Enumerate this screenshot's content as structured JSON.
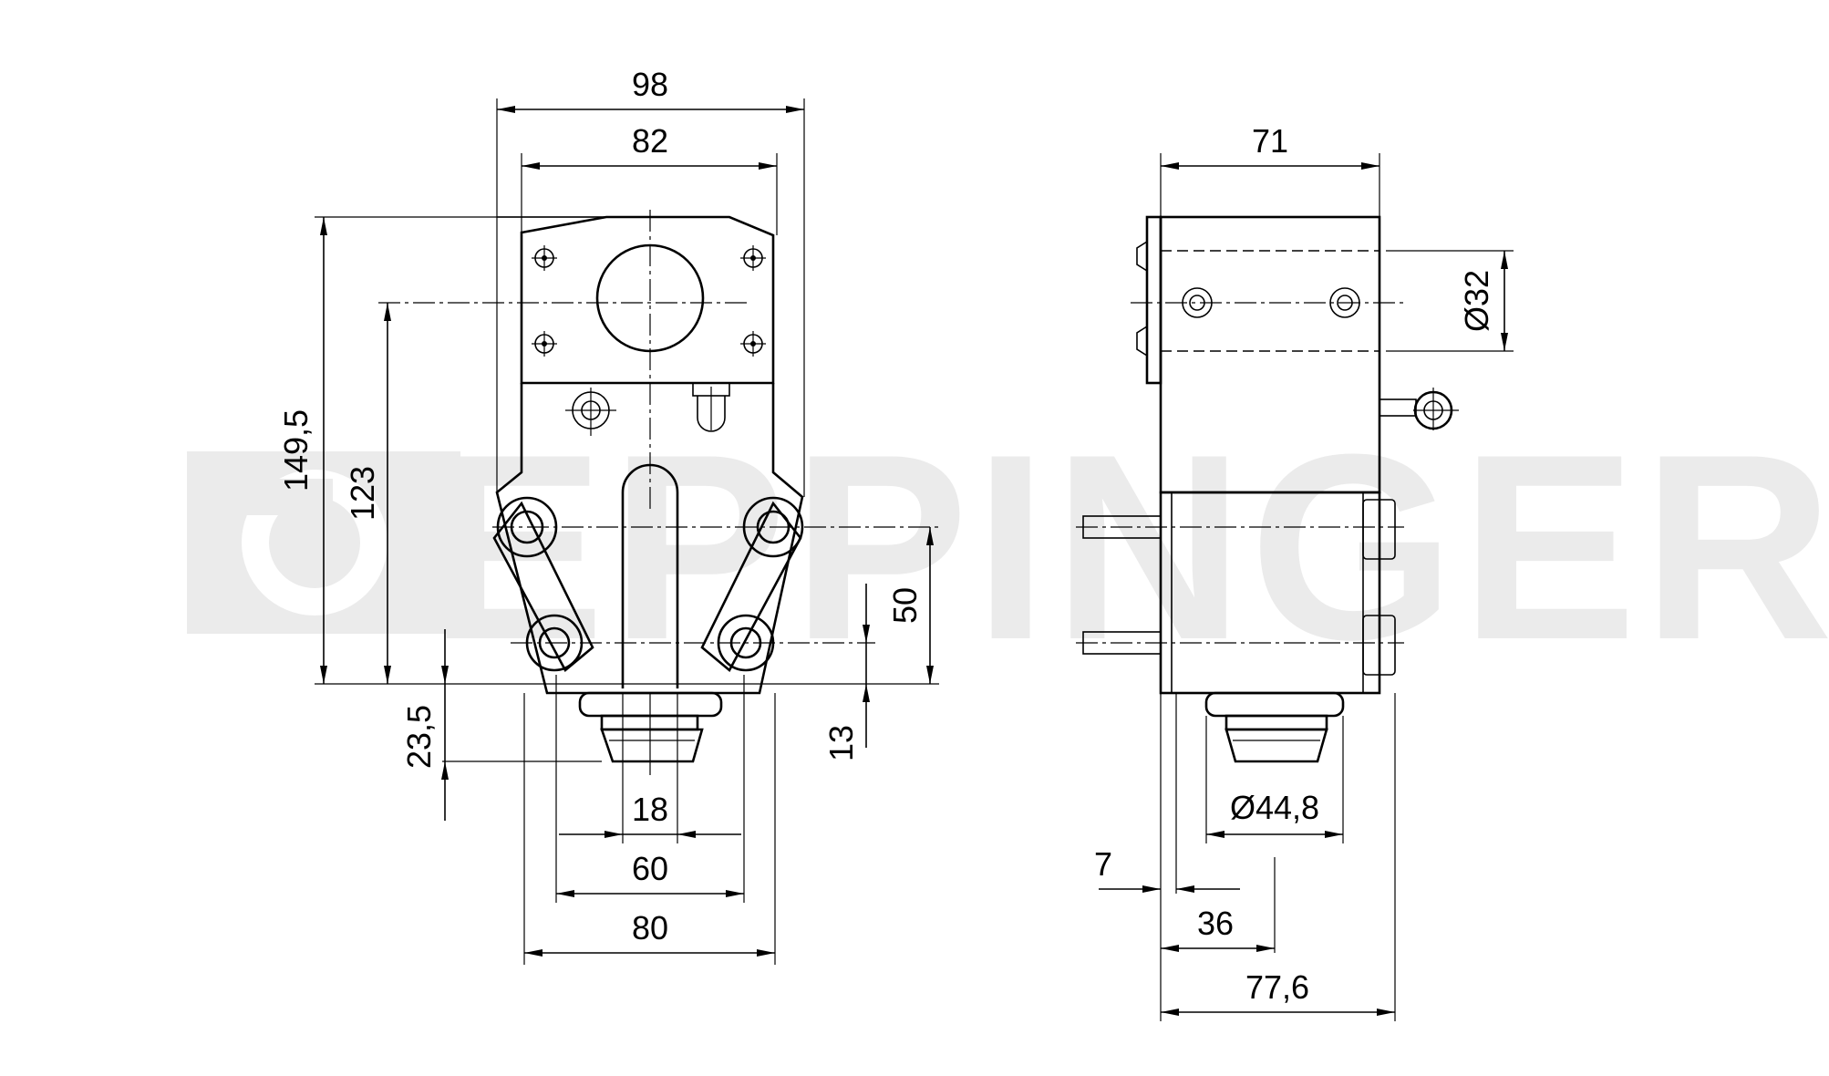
{
  "watermark": "EPPINGER",
  "front_view": {
    "dims": {
      "width_98": "98",
      "width_82": "82",
      "height_149_5": "149,5",
      "height_123": "123",
      "height_50": "50",
      "height_23_5": "23,5",
      "height_13": "13",
      "width_18": "18",
      "width_60": "60",
      "width_80": "80"
    }
  },
  "side_view": {
    "dims": {
      "width_71": "71",
      "dia_32": "Ø32",
      "dia_44_8": "Ø44,8",
      "width_7": "7",
      "width_36": "36",
      "width_77_6": "77,6"
    }
  },
  "colors": {
    "line": "#000000",
    "watermark": "#ebebeb",
    "background": "#ffffff"
  }
}
